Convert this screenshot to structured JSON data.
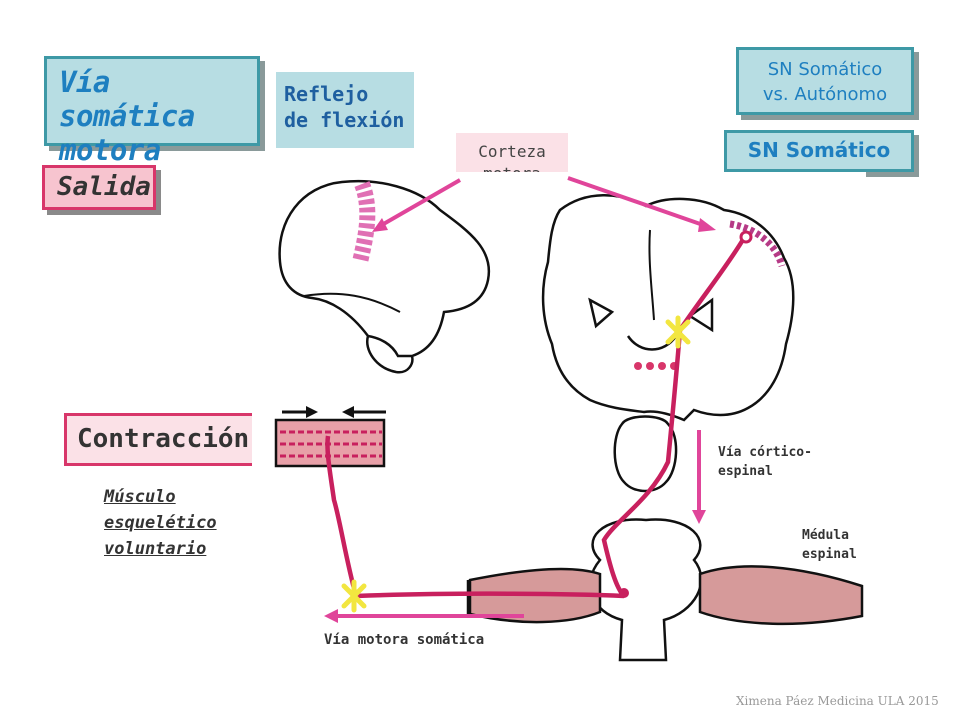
{
  "title": "Vía somática\nmotora",
  "subtitle": "Reflejo\nde flexión",
  "output": "Salida",
  "comparison_box": "SN Somático\nvs. Autónomo",
  "system_box": "SN Somático",
  "cortex_label": "Corteza\nmotora",
  "contraction": "Contracción",
  "muscle_label": "Músculo\nesquelético\nvoluntario",
  "corticospinal_label": "Vía córtico-\nespinal",
  "medulla_label": "Médula\nespinal",
  "motor_path_label": "Vía motora somática",
  "credit": "Ximena Páez Medicina ULA 2015",
  "colors": {
    "teal_fill": "#b7dde3",
    "teal_border": "#3e99a6",
    "pink_border": "#d8366a",
    "pathway": "#c8205e",
    "arrow": "#e0459a",
    "synapse": "#f2e640"
  }
}
